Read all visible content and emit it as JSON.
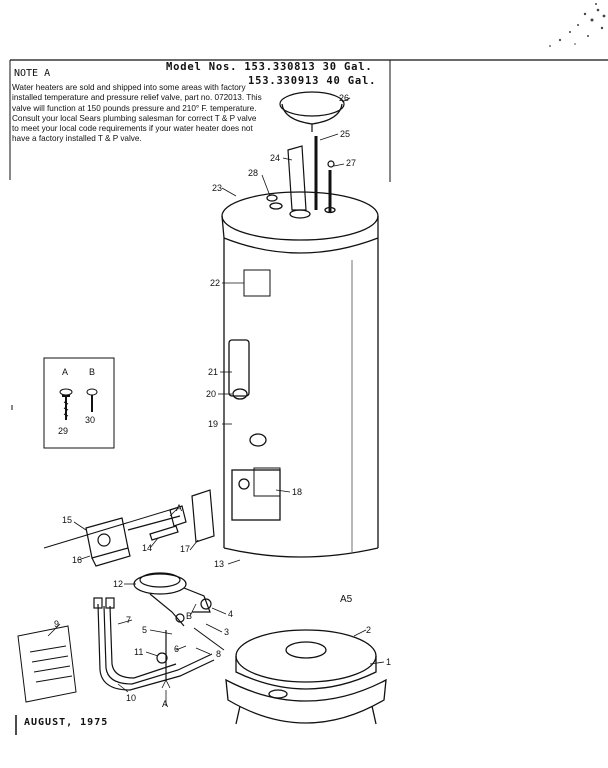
{
  "header": {
    "model_line1": "Model Nos. 153.330813 30 Gal.",
    "model_line2": "153.330913 40 Gal."
  },
  "note": {
    "title": "NOTE A",
    "body": "Water heaters are sold and shipped into some areas with factory installed temperature and pressure relief valve, part no. 072013. This valve will function at 150 pounds pressure and 210° F. temperature. Consult your local Sears plumbing salesman for correct T & P valve to meet your local code requirements if your water heater does not have a factory installed T & P valve."
  },
  "footer": {
    "date": "AUGUST, 1975"
  },
  "labels": {
    "section": "A5",
    "screw_a": "A",
    "screw_b": "B",
    "label_a": "A",
    "label_b": "B",
    "arrow_a": "A",
    "n1": "1",
    "n2": "2",
    "n3": "3",
    "n4": "4",
    "n5": "5",
    "n6": "6",
    "n7": "7",
    "n8": "8",
    "n9": "9",
    "n10": "10",
    "n11": "11",
    "n12": "12",
    "n13": "13",
    "n14": "14",
    "n15": "15",
    "n16": "16",
    "n17": "17",
    "n18": "18",
    "n19": "19",
    "n20": "20",
    "n21": "21",
    "n22": "22",
    "n23": "23",
    "n24": "24",
    "n25": "25",
    "n26": "26",
    "n27": "27",
    "n28": "28",
    "n29": "29",
    "n30": "30"
  }
}
